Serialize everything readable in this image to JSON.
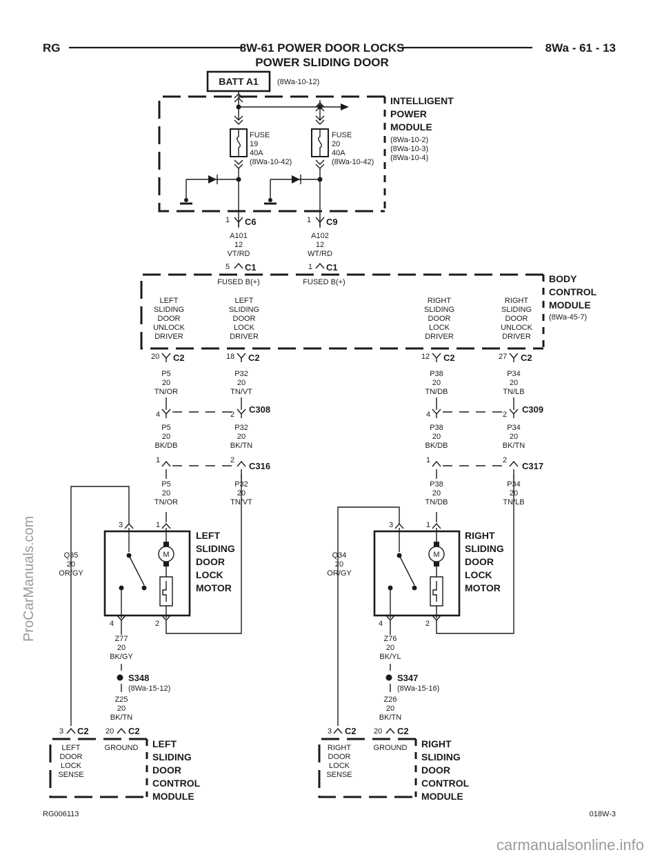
{
  "header": {
    "left": "RG",
    "title_line1": "8W-61 POWER DOOR LOCKS",
    "title_line2": "POWER SLIDING DOOR",
    "right": "8Wa - 61 - 13"
  },
  "footer": {
    "left": "RG006113",
    "right": "018W-3"
  },
  "watermarks": {
    "side": "ProCarManuals.com",
    "bottom": "carmanualsonline.info"
  },
  "batt": {
    "label": "BATT A1",
    "ref": "(8Wa-10-12)"
  },
  "ipm": {
    "lines": [
      "INTELLIGENT",
      "POWER",
      "MODULE"
    ],
    "refs": [
      "(8Wa-10-2)",
      "(8Wa-10-3)",
      "(8Wa-10-4)"
    ],
    "fuses": [
      {
        "lines": [
          "FUSE",
          "19",
          "40A",
          "(8Wa-10-42)"
        ]
      },
      {
        "lines": [
          "FUSE",
          "20",
          "40A",
          "(8Wa-10-42)"
        ]
      }
    ],
    "connectors": [
      {
        "pin": "1",
        "name": "C6"
      },
      {
        "pin": "1",
        "name": "C9"
      }
    ]
  },
  "feed_wires": [
    {
      "lines": [
        "A101",
        "12",
        "VT/RD"
      ]
    },
    {
      "lines": [
        "A102",
        "12",
        "WT/RD"
      ]
    }
  ],
  "bcm": {
    "lines": [
      "BODY",
      "CONTROL",
      "MODULE"
    ],
    "ref": "(8Wa-45-7)",
    "inputs": [
      {
        "pin": "5",
        "name": "C1",
        "label": "FUSED B(+)"
      },
      {
        "pin": "1",
        "name": "C1",
        "label": "FUSED B(+)"
      }
    ],
    "drivers": [
      {
        "lines": [
          "LEFT",
          "SLIDING",
          "DOOR",
          "UNLOCK",
          "DRIVER"
        ],
        "pin": "20",
        "conn": "C2"
      },
      {
        "lines": [
          "LEFT",
          "SLIDING",
          "DOOR",
          "LOCK",
          "DRIVER"
        ],
        "pin": "18",
        "conn": "C2"
      },
      {
        "lines": [
          "RIGHT",
          "SLIDING",
          "DOOR",
          "LOCK",
          "DRIVER"
        ],
        "pin": "12",
        "conn": "C2"
      },
      {
        "lines": [
          "RIGHT",
          "SLIDING",
          "DOOR",
          "UNLOCK",
          "DRIVER"
        ],
        "pin": "27",
        "conn": "C2"
      }
    ]
  },
  "circuits": {
    "w1": [
      {
        "lines": [
          "P5",
          "20",
          "TN/OR"
        ]
      },
      {
        "lines": [
          "P32",
          "20",
          "TN/VT"
        ]
      },
      {
        "lines": [
          "P38",
          "20",
          "TN/DB"
        ]
      },
      {
        "lines": [
          "P34",
          "20",
          "TN/LB"
        ]
      }
    ],
    "w2": [
      {
        "lines": [
          "P5",
          "20",
          "BK/DB"
        ]
      },
      {
        "lines": [
          "P32",
          "20",
          "BK/TN"
        ]
      },
      {
        "lines": [
          "P38",
          "20",
          "BK/DB"
        ]
      },
      {
        "lines": [
          "P34",
          "20",
          "BK/TN"
        ]
      }
    ],
    "w3": [
      {
        "lines": [
          "P5",
          "20",
          "TN/OR"
        ]
      },
      {
        "lines": [
          "P32",
          "20",
          "TN/VT"
        ]
      },
      {
        "lines": [
          "P38",
          "20",
          "TN/DB"
        ]
      },
      {
        "lines": [
          "P34",
          "20",
          "TN/LB"
        ]
      }
    ]
  },
  "inline_connectors": {
    "c308": {
      "name": "C308",
      "pins": [
        "4",
        "2"
      ]
    },
    "c309": {
      "name": "C309",
      "pins": [
        "4",
        "2"
      ]
    },
    "c316": {
      "name": "C316",
      "pins": [
        "1",
        "2"
      ]
    },
    "c317": {
      "name": "C317",
      "pins": [
        "1",
        "2"
      ]
    }
  },
  "left_side": {
    "motor": {
      "lines": [
        "LEFT",
        "SLIDING",
        "DOOR",
        "LOCK",
        "MOTOR"
      ],
      "symbol": "M",
      "pins": {
        "sense": "3",
        "feed": "1",
        "ground": "4",
        "return": "2"
      }
    },
    "sense_wire": {
      "lines": [
        "Q35",
        "20",
        "OR/GY"
      ]
    },
    "ground_wire": {
      "lines": [
        "Z77",
        "20",
        "BK/GY"
      ]
    },
    "splice": {
      "name": "S348",
      "ref": "(8Wa-15-12)"
    },
    "ground_wire2": {
      "lines": [
        "Z25",
        "20",
        "BK/TN"
      ]
    },
    "module": {
      "lines": [
        "LEFT",
        "SLIDING",
        "DOOR",
        "CONTROL",
        "MODULE"
      ],
      "sense_label": [
        "LEFT",
        "DOOR",
        "LOCK",
        "SENSE"
      ],
      "ground_label": "GROUND",
      "conn_sense": {
        "pin": "3",
        "name": "C2"
      },
      "conn_ground": {
        "pin": "20",
        "name": "C2"
      }
    }
  },
  "right_side": {
    "motor": {
      "lines": [
        "RIGHT",
        "SLIDING",
        "DOOR",
        "LOCK",
        "MOTOR"
      ],
      "symbol": "M",
      "pins": {
        "sense": "3",
        "feed": "1",
        "ground": "4",
        "return": "2"
      }
    },
    "sense_wire": {
      "lines": [
        "Q34",
        "20",
        "OR/GY"
      ]
    },
    "ground_wire": {
      "lines": [
        "Z76",
        "20",
        "BK/YL"
      ]
    },
    "splice": {
      "name": "S347",
      "ref": "(8Wa-15-16)"
    },
    "ground_wire2": {
      "lines": [
        "Z26",
        "20",
        "BK/TN"
      ]
    },
    "module": {
      "lines": [
        "RIGHT",
        "SLIDING",
        "DOOR",
        "CONTROL",
        "MODULE"
      ],
      "sense_label": [
        "RIGHT",
        "DOOR",
        "LOCK",
        "SENSE"
      ],
      "ground_label": "GROUND",
      "conn_sense": {
        "pin": "3",
        "name": "C2"
      },
      "conn_ground": {
        "pin": "20",
        "name": "C2"
      }
    }
  }
}
